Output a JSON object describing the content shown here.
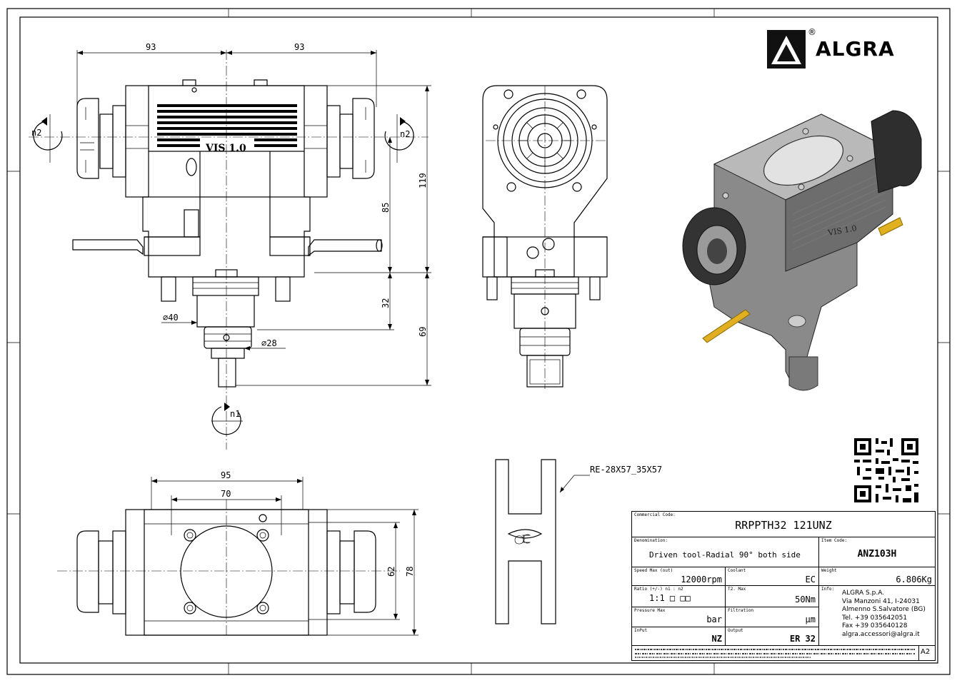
{
  "brand": {
    "name": "ALGRA",
    "registered": "®"
  },
  "front_view": {
    "dim_left": "93",
    "dim_right": "93",
    "dim_119": "119",
    "dim_85": "85",
    "dim_32": "32",
    "dim_69": "69",
    "dia_40": "∅40",
    "dia_28": "∅28",
    "rot_left": "n2",
    "rot_right": "n2",
    "rot_bottom": "n1",
    "engraving": "VIS 1.0"
  },
  "top_view": {
    "dim_95": "95",
    "dim_70": "70",
    "dim_62": "62",
    "dim_78": "78"
  },
  "detail": {
    "callout": "RE-28X57_35X57"
  },
  "iso_view": {
    "engraving": "VIS 1.0"
  },
  "title_block": {
    "commercial_code_label": "Commercial Code:",
    "commercial_code": "RRPPTH32 121UNZ",
    "denomination_label": "Denomination:",
    "denomination": "Driven tool-Radial 90° both side",
    "item_code_label": "Item Code:",
    "item_code": "ANZ103H",
    "speed_label": "Speed Max (out)",
    "speed_value": "12000",
    "speed_unit": "rpm",
    "coolant_label": "Coolant",
    "coolant_value": "EC",
    "weight_label": "Weight",
    "weight_value": "6.806Kg",
    "ratio_label": "Ratio (+/-) n1 : n2",
    "ratio_value": "1:1 □ □□",
    "torque_label": "T2. Max",
    "torque_value": "50",
    "torque_unit": "Nm",
    "info_label": "Info:",
    "company": "ALGRA S.p.A.",
    "address1": "Via Manzoni 41, I-24031",
    "address2": "Almenno S.Salvatore (BG)",
    "tel": "Tel. +39 035642051",
    "fax": "Fax +39 035640128",
    "email": "algra.accessori@algra.it",
    "pressure_label": "Pressure Max",
    "pressure_unit": "bar",
    "filtration_label": "Filtration",
    "filtration_unit": "μm",
    "input_label": "InPut",
    "input_value": "NZ",
    "output_label": "Output",
    "output_value": "ER 32",
    "sheet_size": "A2"
  }
}
